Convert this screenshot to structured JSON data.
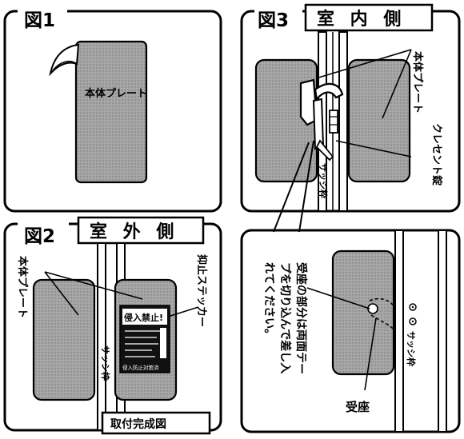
{
  "panel1": {
    "title": "図1",
    "plate_label": "本体プレート"
  },
  "panel2": {
    "title": "図2",
    "side_label": "室 外 側",
    "plate_label": "本体プレート",
    "sticker_label": "抑止ステッカー",
    "sash_label": "サッシ枠",
    "sticker_title": "侵入禁止!",
    "sticker_footer": "侵入防止対策済",
    "caption": "取付完成図"
  },
  "panel3": {
    "title": "図3",
    "side_label": "室 内 側",
    "plate_label": "本体プレート",
    "lock_label": "クレセント錠",
    "sash_label": "サッシ枠"
  },
  "panel4": {
    "note_lines": [
      "受座の部分は両面テー",
      "プを切り込んで差し入",
      "れてください。"
    ],
    "sash_label": "サッシ枠",
    "receiver_label": "受座"
  }
}
